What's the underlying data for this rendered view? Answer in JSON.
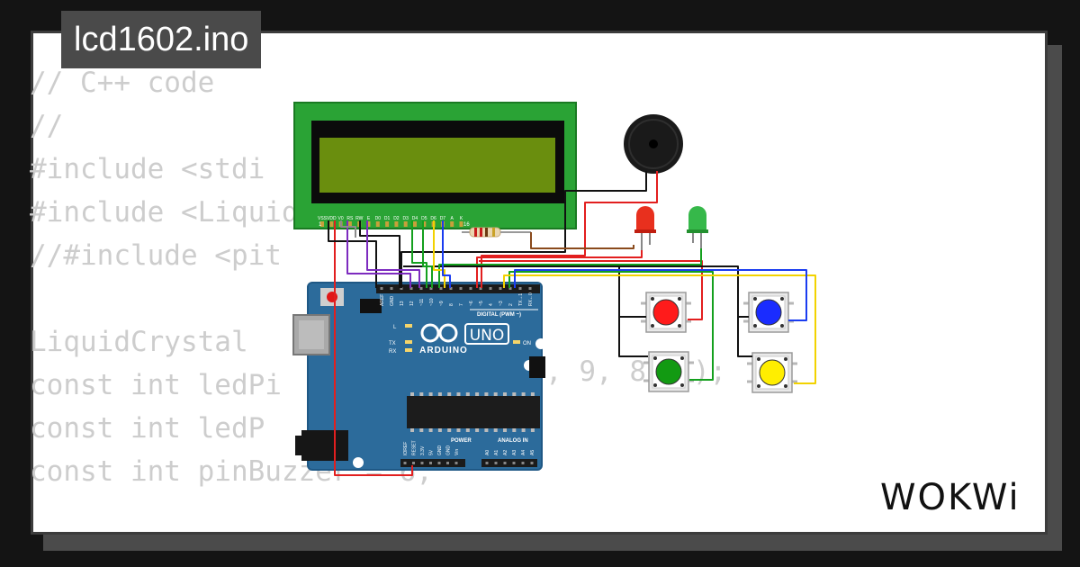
{
  "project": {
    "filename": "lcd1602.ino"
  },
  "code_lines": [
    "// C++ code",
    "//",
    "#include <stdi",
    "#include <Liquid",
    "//#include <pit",
    "",
    "LiquidCrystal",
    "const int ledPi",
    "const int ledP",
    "const int pinBuzzer = 6;"
  ],
  "code_fragments": {
    "lcd_args_tail": ", 9, 8",
    "lcd_args_end": ");"
  },
  "lcd": {
    "pin_labels": [
      "VSS",
      "VDD",
      "V0",
      "RS",
      "RW",
      "E",
      "D0",
      "D1",
      "D2",
      "D3",
      "D4",
      "D5",
      "D6",
      "D7",
      "A",
      "K"
    ],
    "pin1": "1",
    "pin16": "16",
    "colors": {
      "pcb": "#2aa335",
      "screen": "#6a8e0e",
      "bezel": "#0b0b0b"
    }
  },
  "arduino": {
    "board_name": "UNO",
    "brand": "ARDUINO",
    "header_digital": "DIGITAL (PWM ~)",
    "header_power": "POWER",
    "header_analog": "ANALOG IN",
    "digital_pins": [
      "AREF",
      "GND",
      "13",
      "12",
      "~11",
      "~10",
      "~9",
      "8",
      "7",
      "~6",
      "~5",
      "4",
      "~3",
      "2",
      "TX→1",
      "RX←0"
    ],
    "power_pins": [
      "IOREF",
      "RESET",
      "3.3V",
      "5V",
      "GND",
      "GND",
      "Vin"
    ],
    "analog_pins": [
      "A0",
      "A1",
      "A2",
      "A3",
      "A4",
      "A5"
    ],
    "led_labels": {
      "l": "L",
      "tx": "TX",
      "rx": "RX",
      "on": "ON"
    },
    "colors": {
      "board": "#2c6b9b",
      "pcb_dark": "#1f5885"
    }
  },
  "components": {
    "buzzer": {
      "color": "#1a1a1a"
    },
    "leds": [
      {
        "name": "red-led",
        "color": "#e8301e"
      },
      {
        "name": "green-led",
        "color": "#36b84a"
      }
    ],
    "buttons": [
      {
        "name": "red-button",
        "color": "#ff1b1b"
      },
      {
        "name": "blue-button",
        "color": "#1a2cff"
      },
      {
        "name": "green-button",
        "color": "#129a12"
      },
      {
        "name": "yellow-button",
        "color": "#ffee00"
      }
    ]
  },
  "brand": {
    "logo_text": "WOKWi"
  },
  "wire_colors": {
    "red": "#e21f1f",
    "black": "#111111",
    "green": "#14a01e",
    "yellow": "#f2d200",
    "blue": "#1a3cf0",
    "brown": "#8a4a1c",
    "purple": "#7d2bbf",
    "gray": "#8c8c8c"
  }
}
